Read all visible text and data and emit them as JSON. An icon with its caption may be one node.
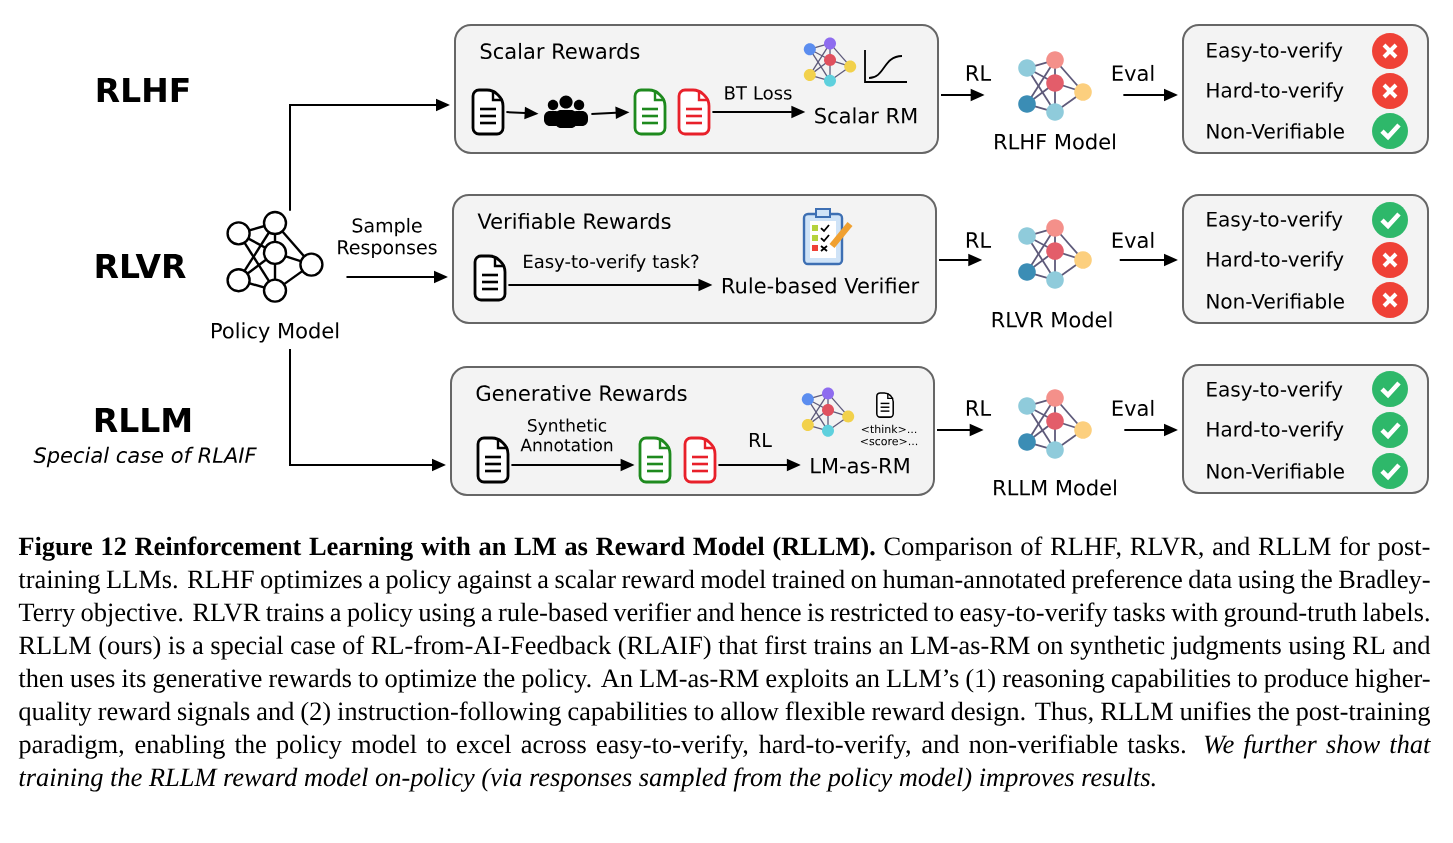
{
  "diagram": {
    "caption": "**Figure 12** **Reinforcement Learning with an LM as Reward Model (RLLM).** Comparison of RLHF, RLVR, and RLLM for post-training LLMs. RLHF optimizes a policy against a scalar reward model trained on human-annotated preference data using the Bradley-Terry objective. RLVR trains a policy using a rule-based verifier and hence is restricted to easy-to-verify tasks with ground-truth labels. RLLM (ours) is a special case of RL-from-AI-Feedback (RLAIF) that first trains an LM-as-RM on synthetic judgments using RL and then uses its generative rewards to optimize the policy. An LM-as-RM exploits an LLM’s (1) reasoning capabilities to produce higher-quality reward signals and (2) instruction-following capabilities to allow flexible reward design. Thus, RLLM unifies the post-training paradigm, enabling the policy model to excel across easy-to-verify, hard-to-verify, and non-verifiable tasks. *We further show that training the RLLM reward model on-policy (via responses sampled from the policy model) improves results.*",
    "nodes": [
      {
        "text": [
          "Policy Model"
        ]
      },
      {
        "text": [
          "Scalar Rewards"
        ]
      },
      {
        "text": [],
        "shape": "document",
        "in": 1
      },
      {
        "text": [],
        "shape": "people",
        "in": 1
      },
      {
        "text": [],
        "shape": "document",
        "in": 1
      },
      {
        "text": [],
        "shape": "document",
        "in": 1
      },
      {
        "text": [
          "Scalar RM"
        ],
        "in": 1
      },
      {
        "text": [
          "RLHF Model"
        ]
      },
      {
        "text": [
          "Easy-to-verify",
          "Hard-to-verify",
          "Non-Verifiable"
        ]
      },
      {
        "text": [],
        "shape": "cross",
        "in": 8
      },
      {
        "text": [],
        "shape": "cross",
        "in": 8
      },
      {
        "text": [],
        "shape": "check",
        "in": 8
      },
      {
        "text": [
          "Verifiable Rewards"
        ]
      },
      {
        "text": [],
        "shape": "document",
        "in": 12
      },
      {
        "text": [
          "Rule-based Verifier"
        ],
        "in": 12
      },
      {
        "text": [
          "RLVR Model"
        ]
      },
      {
        "text": [
          "Easy-to-verify",
          "Hard-to-verify",
          "Non-Verifiable"
        ]
      },
      {
        "text": [],
        "shape": "check",
        "in": 16
      },
      {
        "text": [],
        "shape": "cross",
        "in": 16
      },
      {
        "text": [],
        "shape": "cross",
        "in": 16
      },
      {
        "text": [
          "Generative Rewards"
        ]
      },
      {
        "text": [],
        "shape": "document",
        "in": 20
      },
      {
        "text": [],
        "shape": "document",
        "in": 20
      },
      {
        "text": [],
        "shape": "document",
        "in": 20
      },
      {
        "text": [
          "LM-as-RM"
        ],
        "in": 20,
        "beside": [
          "<think>... <score>..."
        ]
      },
      {
        "text": [
          "RLLM Model"
        ]
      },
      {
        "text": [
          "Easy-to-verify",
          "Hard-to-verify",
          "Non-Verifiable"
        ]
      },
      {
        "text": [],
        "shape": "check",
        "in": 26
      },
      {
        "text": [],
        "shape": "check",
        "in": 26
      },
      {
        "text": [],
        "shape": "check",
        "in": 26
      }
    ],
    "edges": [
      {
        "from": 0,
        "to": 1,
        "arrow": "to"
      },
      {
        "from": 0,
        "to": 12,
        "arrow": "to",
        "label": "Sample Responses"
      },
      {
        "from": 0,
        "to": 20,
        "arrow": "to"
      },
      {
        "from": 2,
        "to": 3,
        "arrow": "to"
      },
      {
        "from": 3,
        "to": 4,
        "arrow": "to"
      },
      {
        "from": 5,
        "to": 6,
        "arrow": "to",
        "label": "BT Loss"
      },
      {
        "from": 1,
        "to": 7,
        "arrow": "to",
        "label": "RL"
      },
      {
        "from": 7,
        "to": 8,
        "arrow": "to",
        "label": "Eval"
      },
      {
        "from": 13,
        "to": 14,
        "arrow": "to",
        "label": "Easy-to-verify task?"
      },
      {
        "from": 12,
        "to": 15,
        "arrow": "to",
        "label": "RL"
      },
      {
        "from": 15,
        "to": 16,
        "arrow": "to",
        "label": "Eval"
      },
      {
        "from": 21,
        "to": 22,
        "arrow": "to",
        "label": "Synthetic Annotation"
      },
      {
        "from": 23,
        "to": 24,
        "arrow": "to",
        "label": "RL"
      },
      {
        "from": 20,
        "to": 25,
        "arrow": "to",
        "label": "RL"
      },
      {
        "from": 25,
        "to": 26,
        "arrow": "to",
        "label": "Eval"
      }
    ],
    "labels": [
      "RLHF",
      "RLVR",
      "RLLM",
      "Special case of RLAIF"
    ]
  }
}
